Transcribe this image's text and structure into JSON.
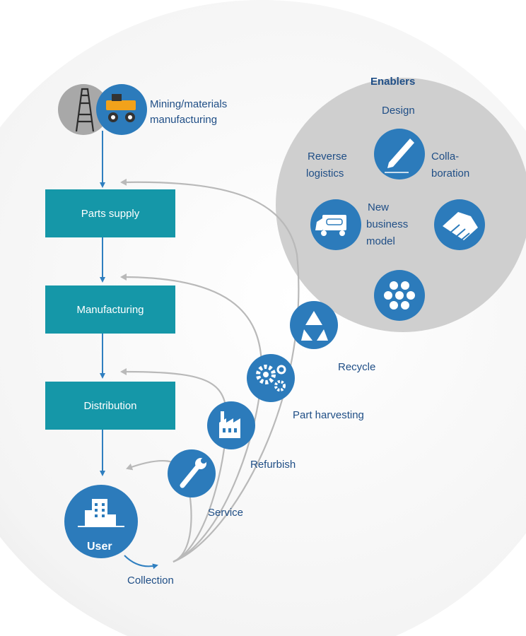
{
  "source": {
    "line1": "Mining/materials",
    "line2": "manufacturing"
  },
  "process": {
    "parts_supply": "Parts supply",
    "manufacturing": "Manufacturing",
    "distribution": "Distribution",
    "user": "User",
    "collection": "Collection"
  },
  "loops": {
    "service": "Service",
    "refurbish": "Refurbish",
    "part_harvesting": "Part harvesting",
    "recycle": "Recycle"
  },
  "enablers": {
    "title": "Enablers",
    "design": "Design",
    "reverse_logistics_1": "Reverse",
    "reverse_logistics_2": "logistics",
    "collaboration_1": "Colla-",
    "collaboration_2": "boration",
    "new_business_model_1": "New",
    "new_business_model_2": "business",
    "new_business_model_3": "model"
  },
  "icons": {
    "oil_derrick": "oil-derrick-icon",
    "mining_truck": "mining-truck-icon",
    "design": "pen-icon",
    "delivery_truck": "delivery-truck-icon",
    "handshake": "handshake-icon",
    "materials": "hexagon-cluster-icon",
    "recycle": "recycle-icon",
    "gears": "gears-icon",
    "factory": "factory-icon",
    "wrench": "wrench-icon",
    "user_building": "building-icon"
  },
  "colors": {
    "box_teal": "#1597a8",
    "icon_blue": "#2c7bbb",
    "label_navy": "#1f4e86",
    "arrow_blue": "#2f7fc0",
    "loop_grey": "#b9b9b9",
    "enabler_bg": "#cfcfcf"
  }
}
